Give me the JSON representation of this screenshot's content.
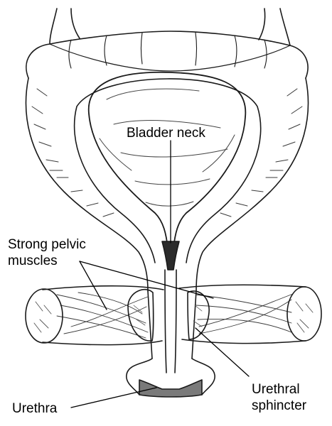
{
  "labels": {
    "bladder_neck": "Bladder neck",
    "pelvic_muscles": "Strong pelvic\nmuscles",
    "urethral_sphincter": "Urethral\nsphincter",
    "urethra": "Urethra"
  },
  "colors": {
    "ink": "#1a1a1a",
    "paper": "#ffffff",
    "shade_dark": "#2b2b2b",
    "shade_mid": "#7a7a7a"
  }
}
